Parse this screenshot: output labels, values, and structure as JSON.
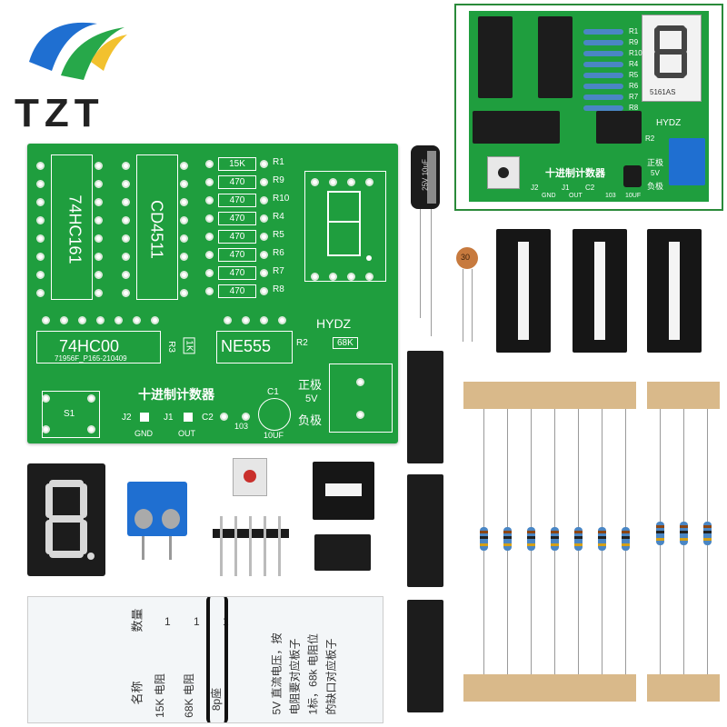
{
  "brand": {
    "logo_text": "TZT"
  },
  "pcb": {
    "chip_labels": [
      "74HC161",
      "CD4511",
      "74HC00",
      "NE555"
    ],
    "resistor_values": [
      "15K",
      "470",
      "470",
      "470",
      "470",
      "470",
      "470",
      "470"
    ],
    "resistor_names": [
      "R1",
      "R9",
      "R10",
      "R4",
      "R5",
      "R6",
      "R7",
      "R8"
    ],
    "r2_name": "R2",
    "r2_value": "68K",
    "r3_name": "R3",
    "r3_value": "1K",
    "brand_mark": "HYDZ",
    "pcb_code": "71956F_P165-210409",
    "title": "十进制计数器",
    "pos_label": "正极",
    "voltage": "5V",
    "neg_label": "负极",
    "s1": "S1",
    "j2": "J2",
    "j1": "J1",
    "c2": "C2",
    "c1": "C1",
    "gnd": "GND",
    "out": "OUT",
    "c103": "103",
    "cap_value": "10UF"
  },
  "inset": {
    "resistor_names": [
      "R1",
      "R9",
      "R10",
      "R4",
      "R5",
      "R6",
      "R7",
      "R8"
    ],
    "display_code": "5161AS",
    "brand_mark": "HYDZ",
    "r2": "R2",
    "title": "十进制计数器",
    "pos_label": "正极",
    "voltage": "5V",
    "neg_label": "负极",
    "j2": "J2",
    "j1": "J1",
    "c2": "C2",
    "gnd": "GND",
    "out": "OUT",
    "c103": "103",
    "cap_value": "10UF"
  },
  "parts": {
    "electrolytic_marking": "25V 10uF",
    "ceramic_marking": "30"
  },
  "sheet": {
    "headers": [
      "名称",
      "数量"
    ],
    "rows": [
      {
        "name": "15K 电阻",
        "qty": "1"
      },
      {
        "name": "68K 电阻",
        "qty": "1"
      },
      {
        "name": "8p座",
        "qty": "1"
      }
    ],
    "notes": [
      "5V 直流电压，按",
      "电阻要对应板子",
      "1标，68k 电阻位",
      "的缺口对应板子"
    ]
  },
  "colors": {
    "pcb_green": "#1f9e3e",
    "inset_border": "#2a8a3a",
    "resistor_blue": "#4a86c4"
  }
}
